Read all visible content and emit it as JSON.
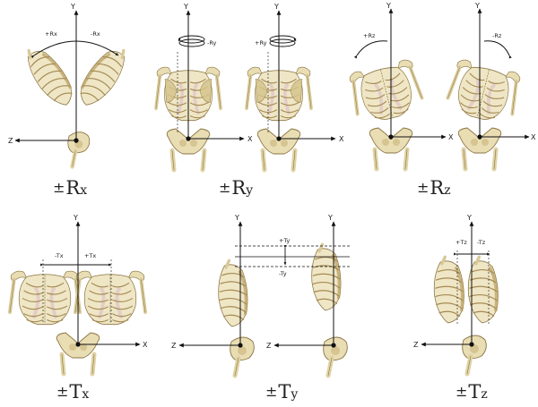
{
  "panels": [
    {
      "id": "rx",
      "caption": {
        "pm": "±",
        "main": "R",
        "sub": "x"
      },
      "axes": [
        "Y",
        "Z"
      ],
      "motions": [
        "+Rx",
        "-Rx"
      ]
    },
    {
      "id": "ry",
      "caption": {
        "pm": "±",
        "main": "R",
        "sub": "y"
      },
      "axes": [
        "Y",
        "Y",
        "X",
        "X"
      ],
      "motions": [
        "-Ry",
        "+Ry"
      ]
    },
    {
      "id": "rz",
      "caption": {
        "pm": "±",
        "main": "R",
        "sub": "z"
      },
      "axes": [
        "Y",
        "Y",
        "X",
        "X"
      ],
      "motions": [
        "+Rz",
        "-Rz"
      ]
    },
    {
      "id": "tx",
      "caption": {
        "pm": "±",
        "main": "T",
        "sub": "x"
      },
      "axes": [
        "Y",
        "X"
      ],
      "motions": [
        "-Tx",
        "+Tx"
      ]
    },
    {
      "id": "ty",
      "caption": {
        "pm": "±",
        "main": "T",
        "sub": "y"
      },
      "axes": [
        "Y",
        "Y",
        "Z",
        "Z"
      ],
      "motions": [
        "+Ty",
        "-Ty"
      ]
    },
    {
      "id": "tz",
      "caption": {
        "pm": "±",
        "main": "T",
        "sub": "z"
      },
      "axes": [
        "Y",
        "Z"
      ],
      "motions": [
        "+Tz",
        "-Tz"
      ]
    }
  ],
  "colors": {
    "bone": "#e9ddb4",
    "bone_edge": "#8a7440",
    "bone_shade": "#c9b47a",
    "axis": "#111111",
    "tint": "#d9b8c8"
  }
}
